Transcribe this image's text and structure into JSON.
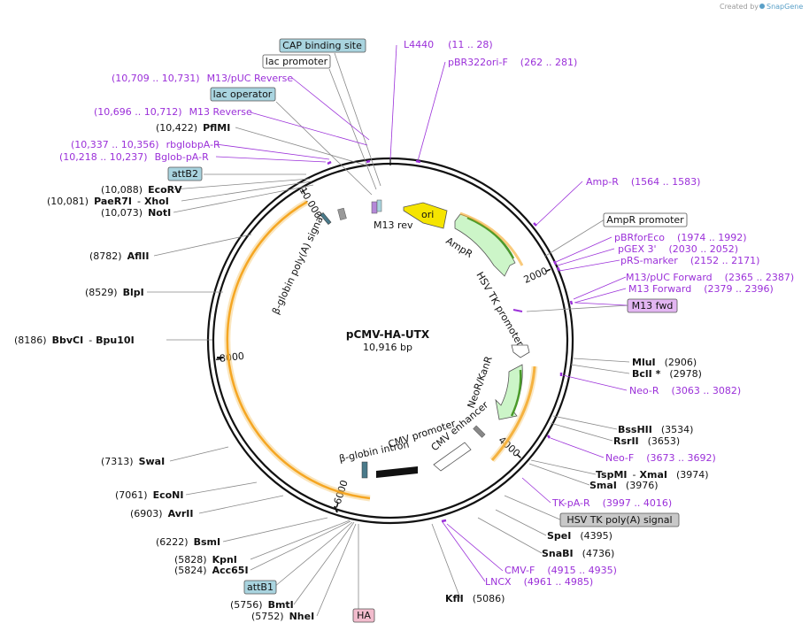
{
  "header": {
    "credit": "Created by",
    "brand": "SnapGene"
  },
  "plasmid": {
    "name": "pCMV-HA-UTX",
    "size": "10,916 bp",
    "length": 10916
  },
  "ticks": [
    {
      "pos": 2000,
      "label": "2000"
    },
    {
      "pos": 4000,
      "label": "4000"
    },
    {
      "pos": 6000,
      "label": "6000"
    },
    {
      "pos": 8000,
      "label": "8000"
    },
    {
      "pos": 10000,
      "label": "10,000"
    }
  ],
  "boxed_labels": [
    {
      "text": "CAP binding site",
      "style": "blue"
    },
    {
      "text": "lac promoter",
      "style": "white"
    },
    {
      "text": "lac operator",
      "style": "blue"
    },
    {
      "text": "attB2",
      "style": "blue"
    },
    {
      "text": "AmpR promoter",
      "style": "white"
    },
    {
      "text": "M13 fwd",
      "style": "purple"
    },
    {
      "text": "HSV TK poly(A) signal",
      "style": "gray"
    },
    {
      "text": "attB1",
      "style": "blue"
    },
    {
      "text": "HA",
      "style": "pink"
    }
  ],
  "primer_labels": [
    {
      "name": "L4440",
      "range": "(11 .. 28)"
    },
    {
      "name": "pBR322ori-F",
      "range": "(262 .. 281)"
    },
    {
      "name": "M13/pUC Reverse",
      "range": "(10,709 .. 10,731)"
    },
    {
      "name": "M13 Reverse",
      "range": "(10,696 .. 10,712)"
    },
    {
      "name": "rbglobpA-R",
      "range": "(10,337 .. 10,356)"
    },
    {
      "name": "Bglob-pA-R",
      "range": "(10,218 .. 10,237)"
    },
    {
      "name": "Amp-R",
      "range": "(1564 .. 1583)"
    },
    {
      "name": "pBRforEco",
      "range": "(1974 .. 1992)"
    },
    {
      "name": "pGEX 3'",
      "range": "(2030 .. 2052)"
    },
    {
      "name": "pRS-marker",
      "range": "(2152 .. 2171)"
    },
    {
      "name": "M13/pUC Forward",
      "range": "(2365 .. 2387)"
    },
    {
      "name": "M13 Forward",
      "range": "(2379 .. 2396)"
    },
    {
      "name": "Neo-R",
      "range": "(3063 .. 3082)"
    },
    {
      "name": "Neo-F",
      "range": "(3673 .. 3692)"
    },
    {
      "name": "TK-pA-R",
      "range": "(3997 .. 4016)"
    },
    {
      "name": "CMV-F",
      "range": "(4915 .. 4935)"
    },
    {
      "name": "LNCX",
      "range": "(4961 .. 4985)"
    }
  ],
  "enzyme_labels": [
    {
      "pos": "(10,422)",
      "name": "PflMI"
    },
    {
      "pos": "(10,088)",
      "name": "EcoRV"
    },
    {
      "pos": "(10,081)",
      "name": "PaeR7I",
      "name2": "XhoI"
    },
    {
      "pos": "(10,073)",
      "name": "NotI"
    },
    {
      "pos": "(8782)",
      "name": "AflII"
    },
    {
      "pos": "(8529)",
      "name": "BlpI"
    },
    {
      "pos": "(8186)",
      "name": "BbvCI",
      "name2": "Bpu10I"
    },
    {
      "pos": "(7313)",
      "name": "SwaI"
    },
    {
      "pos": "(7061)",
      "name": "EcoNI"
    },
    {
      "pos": "(6903)",
      "name": "AvrII"
    },
    {
      "pos": "(6222)",
      "name": "BsmI"
    },
    {
      "pos": "(5828)",
      "name": "KpnI"
    },
    {
      "pos": "(5824)",
      "name": "Acc65I"
    },
    {
      "pos": "(5756)",
      "name": "BmtI"
    },
    {
      "pos": "(5752)",
      "name": "NheI"
    },
    {
      "pos": "(2906)",
      "name": "MluI"
    },
    {
      "pos": "(2978)",
      "name": "BclI *"
    },
    {
      "pos": "(3534)",
      "name": "BssHII"
    },
    {
      "pos": "(3653)",
      "name": "RsrII"
    },
    {
      "pos": "(3974)",
      "name": "TspMI",
      "name2": "XmaI"
    },
    {
      "pos": "(3976)",
      "name": "SmaI"
    },
    {
      "pos": "(4395)",
      "name": "SpeI"
    },
    {
      "pos": "(4736)",
      "name": "SnaBI"
    },
    {
      "pos": "(5086)",
      "name": "KflI"
    }
  ],
  "inner_labels": {
    "m13rev": "M13 rev",
    "ori": "ori",
    "ampr": "AmpR",
    "hsvtk": "HSV TK promoter",
    "neor": "NeoR/KanR",
    "cmvenh": "CMV enhancer",
    "cmvpro": "CMV promoter",
    "bglobin": "-globin intron",
    "polya": "-globin poly(A) signal",
    "beta": "β"
  },
  "colors": {
    "ori": "#f5e400",
    "ampr": "#ccf5c8",
    "neor": "#ccf5c8",
    "orf": "#f5a623",
    "primer": "#9b30d9",
    "box_blue": "#a9d4df",
    "box_gray": "#c8c8c8",
    "box_purple": "#e3b6f2",
    "box_pink": "#f2bccd"
  }
}
